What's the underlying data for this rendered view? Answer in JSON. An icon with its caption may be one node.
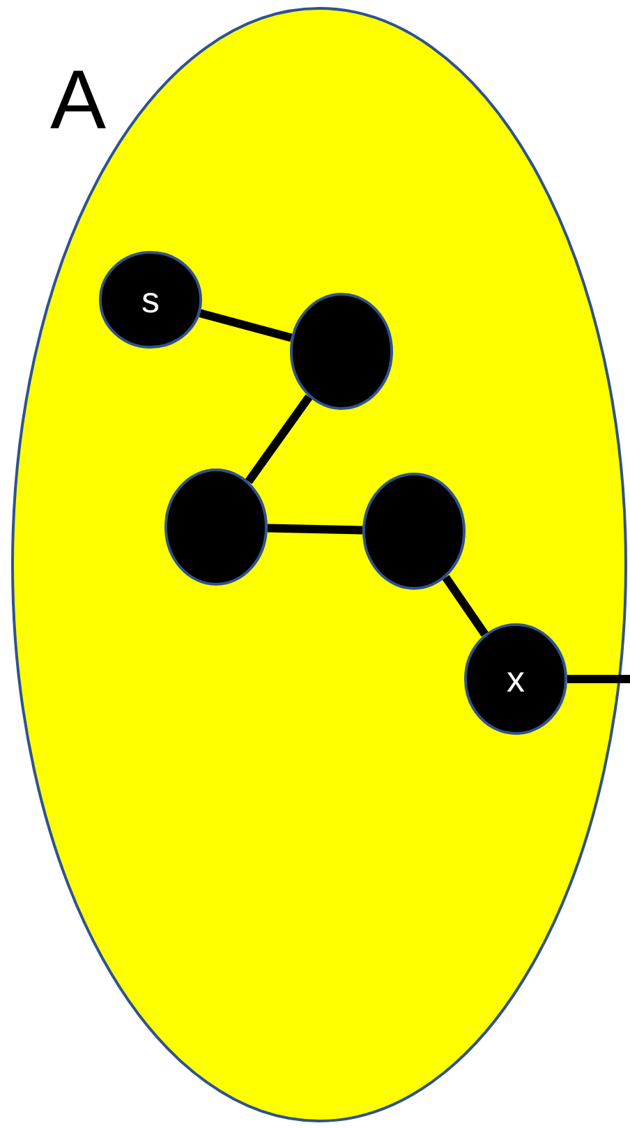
{
  "diagram": {
    "nodes": [
      {
        "text": [
          "A"
        ]
      },
      {
        "text": [
          "s"
        ],
        "in": 0
      },
      {
        "text": [],
        "shape": "circle",
        "in": 0
      },
      {
        "text": [],
        "shape": "circle",
        "in": 0
      },
      {
        "text": [],
        "shape": "circle",
        "in": 0
      },
      {
        "text": [
          "x"
        ],
        "in": 0
      }
    ],
    "edges": [
      {
        "from": 1,
        "to": 2,
        "arrow": "none"
      },
      {
        "from": 2,
        "to": 3,
        "arrow": "none"
      },
      {
        "from": 3,
        "to": 4,
        "arrow": "none"
      },
      {
        "from": 4,
        "to": 5,
        "arrow": "none"
      },
      {
        "from": 5,
        "to": null,
        "arrow": "none"
      }
    ]
  }
}
